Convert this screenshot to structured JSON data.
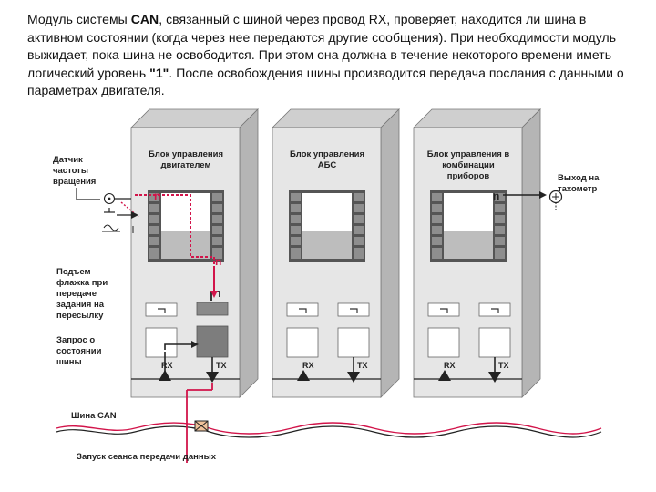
{
  "paragraph": {
    "part1": "Модуль системы ",
    "can": "CAN",
    "part2": ", связанный с шиной через провод RX, проверяет, находится ли шина в активном состоянии (когда через нее передаются другие сообщения). При необходимости модуль выжидает, пока шина не освободится. При этом она должна в течение некоторого времени иметь логический уровень ",
    "level": "\"1\"",
    "part3": ". После освобождения шины производится передача послания с данными о параметрах двигателя."
  },
  "diagram": {
    "modules": [
      {
        "title_line1": "Блок управления",
        "title_line2": "двигателем",
        "title_line3": ""
      },
      {
        "title_line1": "Блок управления",
        "title_line2": "АБС",
        "title_line3": ""
      },
      {
        "title_line1": "Блок управления в",
        "title_line2": "комбинации",
        "title_line3": "приборов"
      }
    ],
    "port_rx": "RX",
    "port_tx": "TX",
    "n_symbol": "n",
    "labels": {
      "sensor_line1": "Датчик",
      "sensor_line2": "частоты",
      "sensor_line3": "вращения",
      "flag_line1": "Подъем",
      "flag_line2": "флажка при",
      "flag_line3": "передаче",
      "flag_line4": "задания на",
      "flag_line5": "пересылку",
      "request_line1": "Запрос о",
      "request_line2": "состоянии",
      "request_line3": "шины",
      "output_line1": "Выход на",
      "output_line2": "тахометр",
      "bus": "Шина CAN",
      "start": "Запуск сеанса передачи данных"
    },
    "colors": {
      "module_fill": "#e6e6e6",
      "module_side": "#b5b5b5",
      "signal_red": "#d2144a",
      "window_gray": "#9b9b9b"
    }
  }
}
